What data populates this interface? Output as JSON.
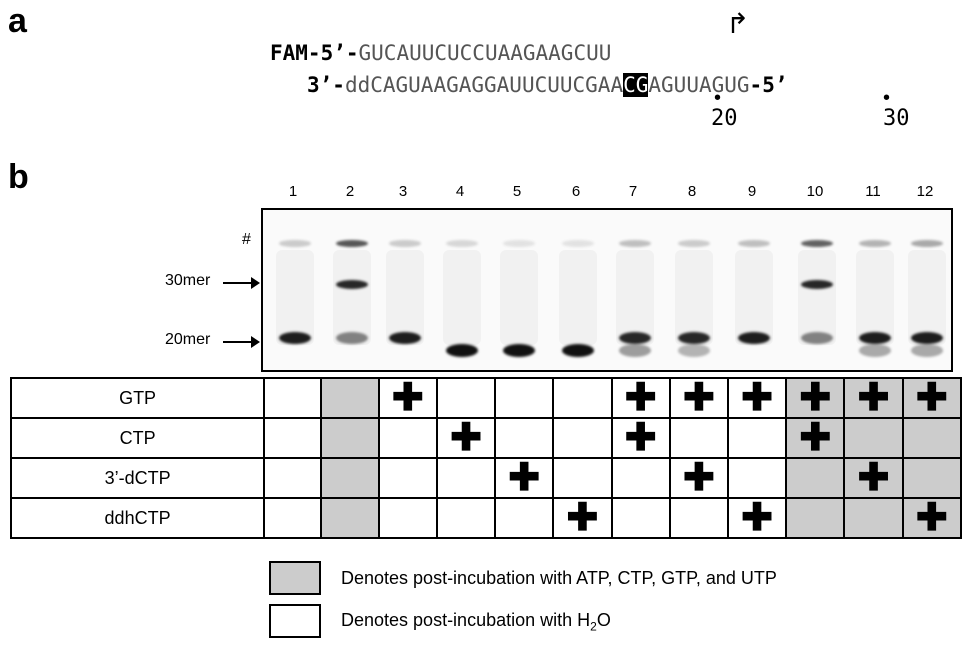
{
  "panel_a": {
    "label": "a",
    "top_prefix": "FAM-5’-",
    "top_seq": "GUCAUUCUCCUAAGAAGCUU",
    "tss_arrow": "↱",
    "bottom_prefix": "3’-",
    "bottom_seq_before": "ddCAGUAAGAGGAUUCUUCGAA",
    "bottom_seq_highlight": "CG",
    "bottom_seq_after": "AGUUAGUG",
    "bottom_suffix": "-5’",
    "position_dot": "•",
    "position_labels": [
      "20",
      "30"
    ]
  },
  "panel_b": {
    "label": "b",
    "lane_numbers": [
      "1",
      "2",
      "3",
      "4",
      "5",
      "6",
      "7",
      "8",
      "9",
      "10",
      "11",
      "12"
    ],
    "band_labels": {
      "hash": "#",
      "mer30": "30mer",
      "mer20": "20mer"
    },
    "lanes": [
      {
        "hash": 0.2,
        "mer30": 0.0,
        "mer20": 0.95,
        "mer20_lower": 0.0
      },
      {
        "hash": 0.7,
        "mer30": 0.9,
        "mer20": 0.5,
        "mer20_lower": 0.0
      },
      {
        "hash": 0.2,
        "mer30": 0.0,
        "mer20": 0.95,
        "mer20_lower": 0.0
      },
      {
        "hash": 0.15,
        "mer30": 0.0,
        "mer20": 0.0,
        "mer20_lower": 1.0
      },
      {
        "hash": 0.1,
        "mer30": 0.0,
        "mer20": 0.0,
        "mer20_lower": 1.0
      },
      {
        "hash": 0.1,
        "mer30": 0.0,
        "mer20": 0.0,
        "mer20_lower": 1.0
      },
      {
        "hash": 0.25,
        "mer30": 0.0,
        "mer20": 0.9,
        "mer20_lower": 0.4
      },
      {
        "hash": 0.2,
        "mer30": 0.0,
        "mer20": 0.9,
        "mer20_lower": 0.3
      },
      {
        "hash": 0.25,
        "mer30": 0.0,
        "mer20": 0.95,
        "mer20_lower": 0.0
      },
      {
        "hash": 0.65,
        "mer30": 0.9,
        "mer20": 0.5,
        "mer20_lower": 0.0
      },
      {
        "hash": 0.3,
        "mer30": 0.0,
        "mer20": 0.95,
        "mer20_lower": 0.35
      },
      {
        "hash": 0.35,
        "mer30": 0.0,
        "mer20": 0.95,
        "mer20_lower": 0.35
      }
    ],
    "table": {
      "plus_symbol": "✚",
      "rows": [
        {
          "label": "GTP",
          "plus": [
            false,
            false,
            true,
            false,
            false,
            false,
            true,
            true,
            true,
            true,
            true,
            true
          ]
        },
        {
          "label": "CTP",
          "plus": [
            false,
            false,
            false,
            true,
            false,
            false,
            true,
            false,
            false,
            true,
            false,
            false
          ]
        },
        {
          "label": "3’-dCTP",
          "plus": [
            false,
            false,
            false,
            false,
            true,
            false,
            false,
            true,
            false,
            false,
            true,
            false
          ]
        },
        {
          "label": "ddhCTP",
          "plus": [
            false,
            false,
            false,
            false,
            false,
            true,
            false,
            false,
            true,
            false,
            false,
            true
          ]
        }
      ],
      "shaded_lanes": [
        2,
        10,
        11,
        12
      ]
    },
    "legend": {
      "shaded_text": "Denotes post-incubation with ATP, CTP, GTP, and UTP",
      "white_text_before": "Denotes post-incubation with H",
      "white_text_sub": "2",
      "white_text_after": "O"
    },
    "colors": {
      "shade": "#cccccc",
      "band": "#111111"
    }
  }
}
